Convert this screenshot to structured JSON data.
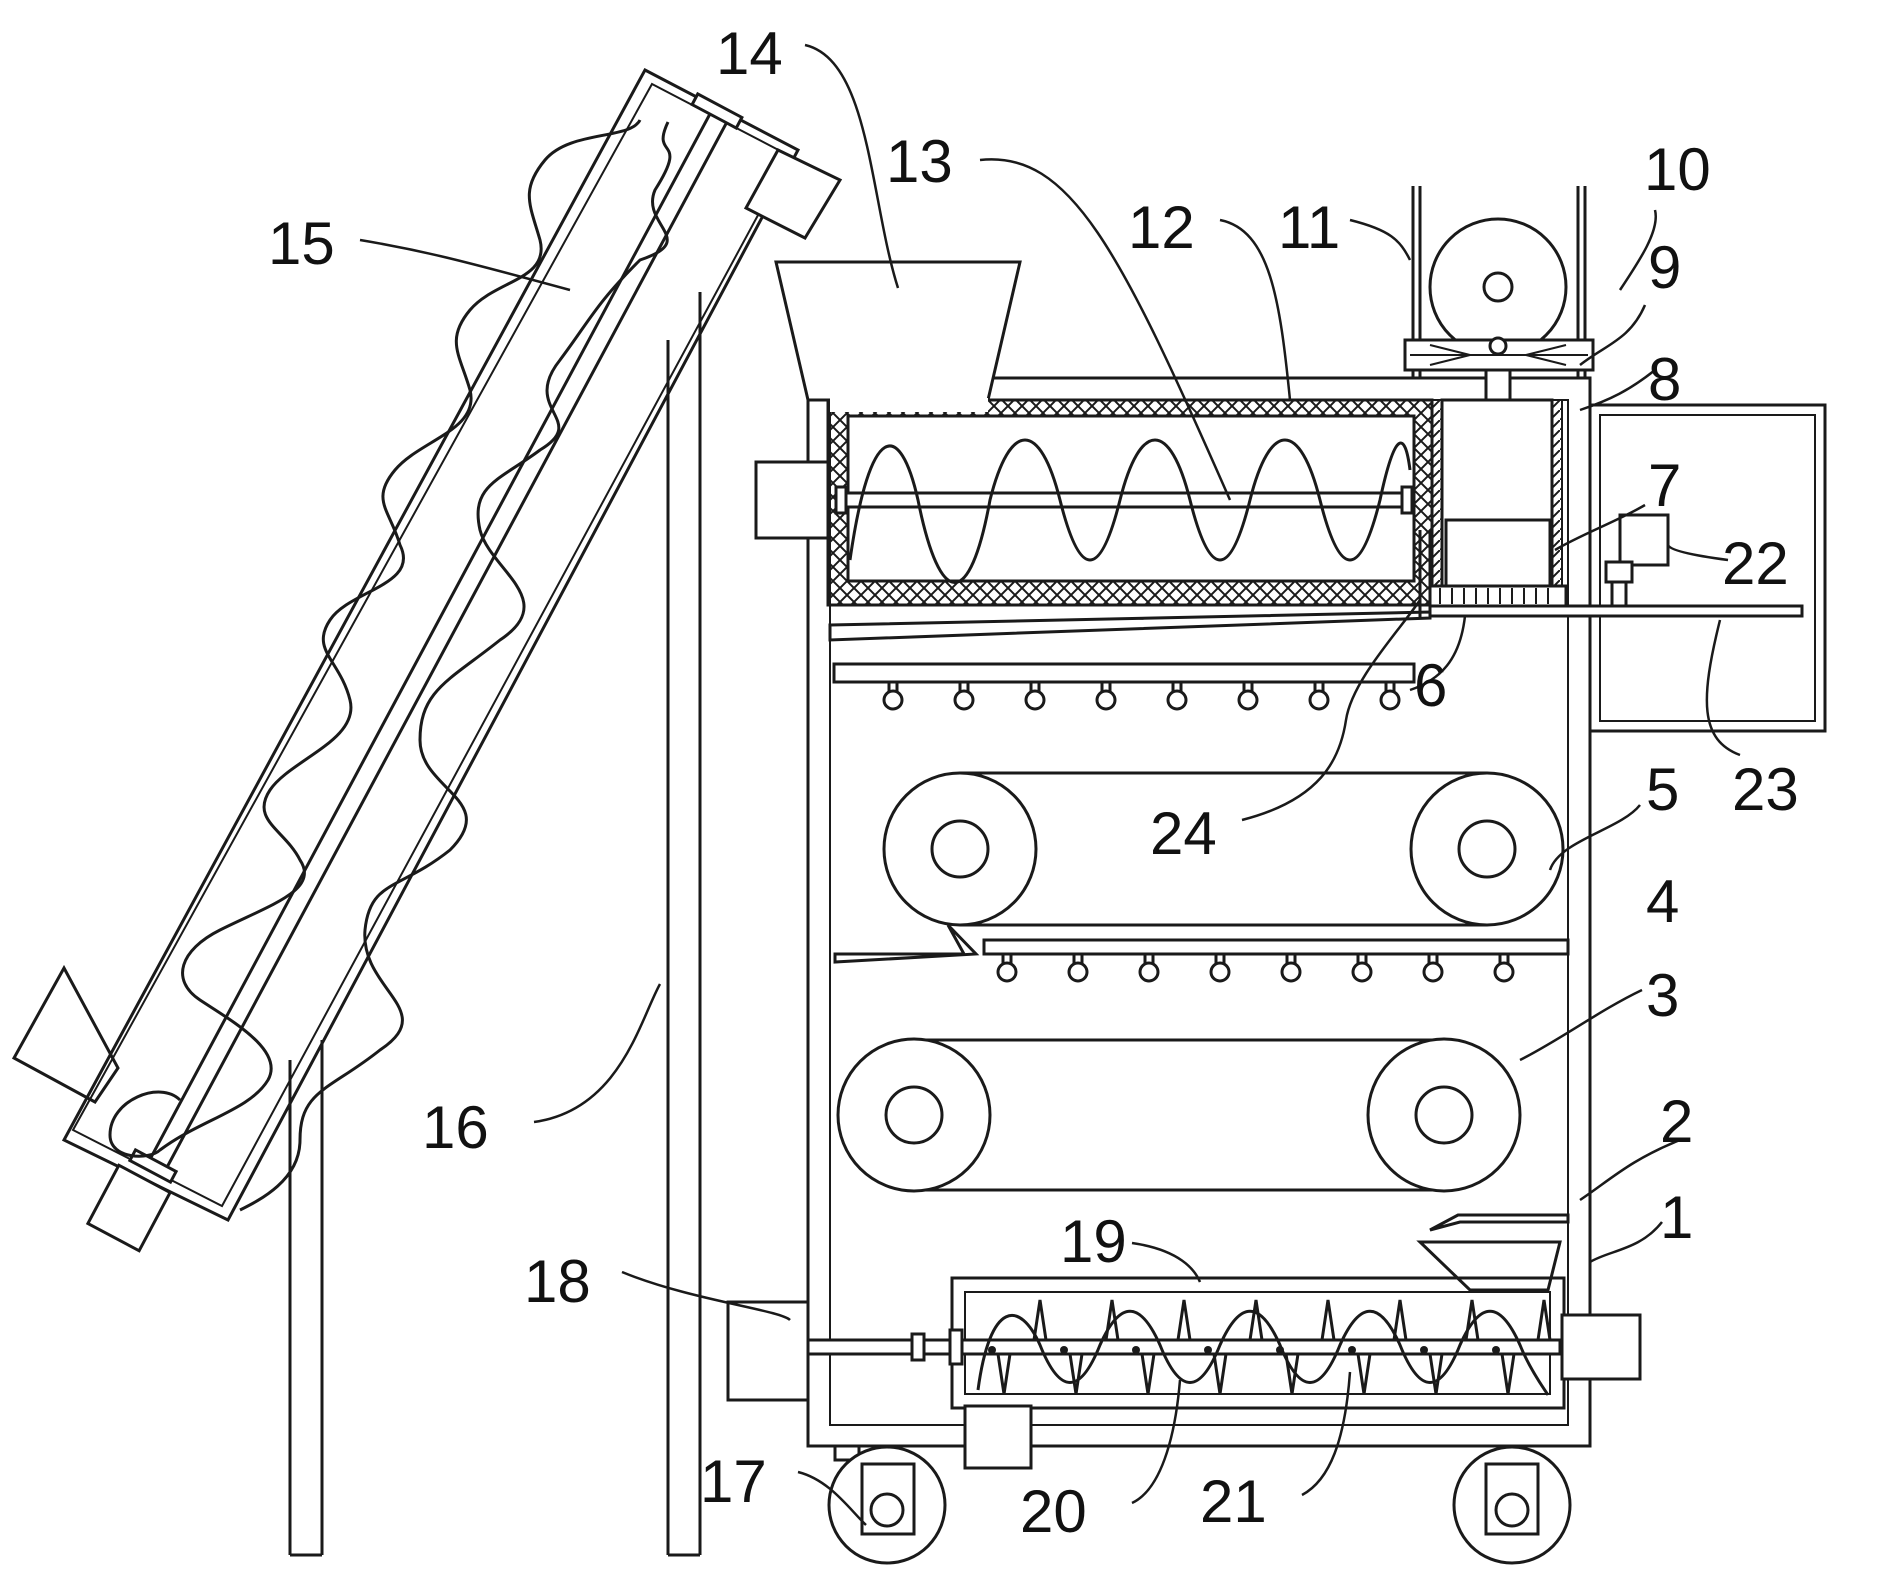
{
  "figure": {
    "labels": [
      {
        "id": "1",
        "text": "1"
      },
      {
        "id": "2",
        "text": "2"
      },
      {
        "id": "3",
        "text": "3"
      },
      {
        "id": "4",
        "text": "4"
      },
      {
        "id": "5",
        "text": "5"
      },
      {
        "id": "6",
        "text": "6"
      },
      {
        "id": "7",
        "text": "7"
      },
      {
        "id": "8",
        "text": "8"
      },
      {
        "id": "9",
        "text": "9"
      },
      {
        "id": "10",
        "text": "10"
      },
      {
        "id": "11",
        "text": "11"
      },
      {
        "id": "12",
        "text": "12"
      },
      {
        "id": "13",
        "text": "13"
      },
      {
        "id": "14",
        "text": "14"
      },
      {
        "id": "15",
        "text": "15"
      },
      {
        "id": "16",
        "text": "16"
      },
      {
        "id": "17",
        "text": "17"
      },
      {
        "id": "18",
        "text": "18"
      },
      {
        "id": "19",
        "text": "19"
      },
      {
        "id": "20",
        "text": "20"
      },
      {
        "id": "21",
        "text": "21"
      },
      {
        "id": "22",
        "text": "22"
      },
      {
        "id": "23",
        "text": "23"
      },
      {
        "id": "24",
        "text": "24"
      }
    ]
  }
}
